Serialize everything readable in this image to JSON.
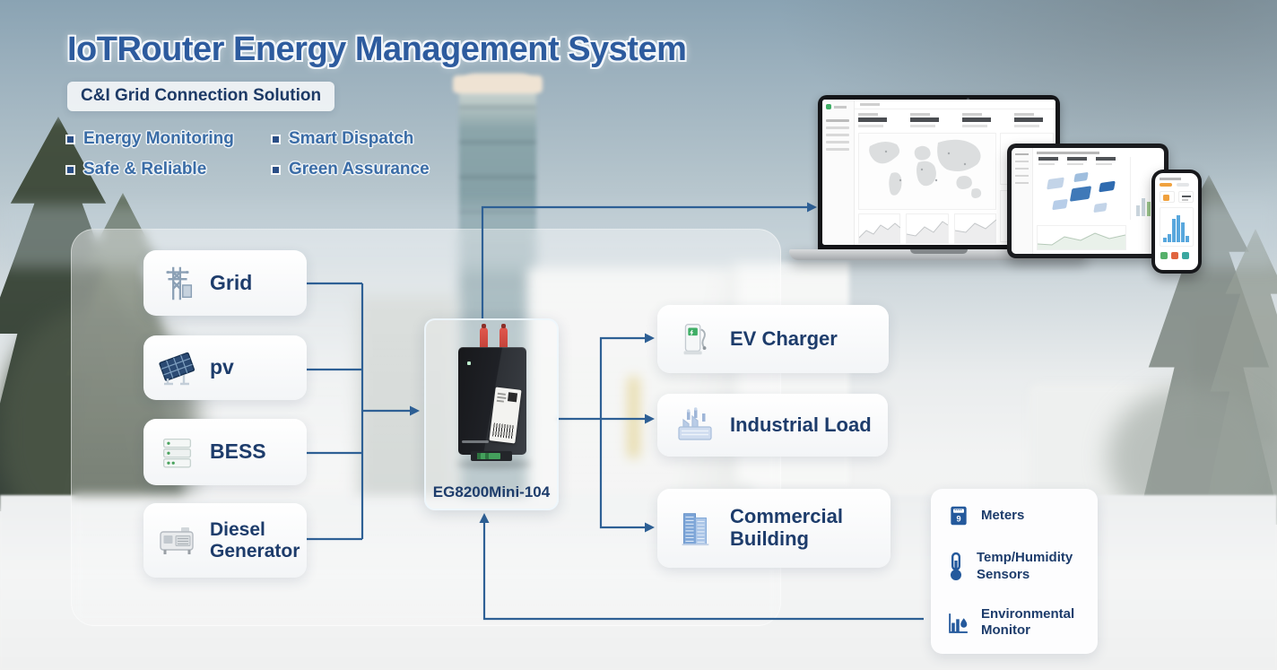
{
  "header": {
    "title": "IoTRouter Energy Management System",
    "badge": "C&I Grid Connection Solution",
    "features": [
      "Energy Monitoring",
      "Smart Dispatch",
      "Safe & Reliable",
      "Green Assurance"
    ]
  },
  "sources": [
    {
      "label": "Grid",
      "icon": "transmission-tower-icon"
    },
    {
      "label": "pv",
      "icon": "solar-panel-icon"
    },
    {
      "label": "BESS",
      "icon": "battery-storage-icon"
    },
    {
      "label": "Diesel Generator",
      "icon": "diesel-generator-icon"
    }
  ],
  "gateway": {
    "model": "EG8200Mini-104"
  },
  "loads": [
    {
      "label": "EV Charger",
      "icon": "ev-charger-icon"
    },
    {
      "label": "Industrial Load",
      "icon": "factory-icon"
    },
    {
      "label": "Commercial Building",
      "icon": "office-buildings-icon"
    }
  ],
  "sensors": [
    {
      "label": "Meters",
      "icon": "meter-icon"
    },
    {
      "label": "Temp/Humidity Sensors",
      "icon": "thermometer-icon"
    },
    {
      "label": "Environmental Monitor",
      "icon": "environmental-monitor-icon"
    }
  ],
  "icons": {
    "meter_digit": "9"
  },
  "colors": {
    "title_blue": "#2d5b9e",
    "feature_blue": "#3a6ca6",
    "label_navy": "#1d3c6b",
    "line_blue": "#2e6095",
    "badge_bg": "#f0f3f5",
    "antenna_red": "#d94f46",
    "led_green": "#3fae66"
  }
}
